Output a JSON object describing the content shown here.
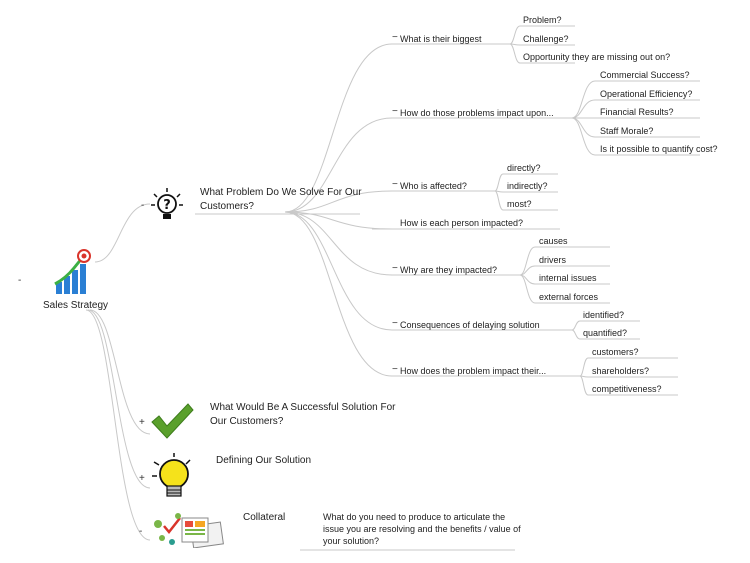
{
  "root": {
    "label": "Sales Strategy",
    "toggle": "-"
  },
  "branches": {
    "problem": {
      "label": "What Problem Do We Solve For Our Customers?",
      "toggle": "-",
      "children": [
        {
          "label": "What is their biggest",
          "toggle": "−",
          "items": [
            "Problem?",
            "Challenge?",
            "Opportunity they are missing out on?"
          ]
        },
        {
          "label": "How do those problems impact upon...",
          "toggle": "−",
          "items": [
            "Commercial Success?",
            "Operational Efficiency?",
            "Financial Results?",
            "Staff Morale?",
            "Is it possible to quantify cost?"
          ]
        },
        {
          "label": "Who is affected?",
          "toggle": "−",
          "items": [
            "directly?",
            "indirectly?",
            "most?"
          ]
        },
        {
          "label": "How is each person impacted?",
          "toggle": "",
          "items": []
        },
        {
          "label": "Why are they impacted?",
          "toggle": "−",
          "items": [
            "causes",
            "drivers",
            "internal issues",
            "external forces"
          ]
        },
        {
          "label": "Consequences of delaying solution",
          "toggle": "−",
          "items": [
            "identified?",
            "quantified?"
          ]
        },
        {
          "label": "How does the problem impact their...",
          "toggle": "−",
          "items": [
            "customers?",
            "shareholders?",
            "competitiveness?"
          ]
        }
      ]
    },
    "solution": {
      "label": "What Would Be A Successful Solution For Our Customers?",
      "toggle": "+"
    },
    "defining": {
      "label": "Defining Our Solution",
      "toggle": "+"
    },
    "collateral": {
      "label": "Collateral",
      "toggle": "-",
      "note": "What do you need to produce to articulate the issue you are resolving and the benefits / value of your solution?"
    }
  },
  "icons": {
    "root": "growth-chart-target-icon",
    "problem": "question-bulb-icon",
    "solution": "checkmark-icon",
    "defining": "lightbulb-icon",
    "collateral": "documents-icon"
  },
  "colors": {
    "line": "#c8c8c8",
    "check": "#5aa02c",
    "bulb": "#f5e21b"
  }
}
